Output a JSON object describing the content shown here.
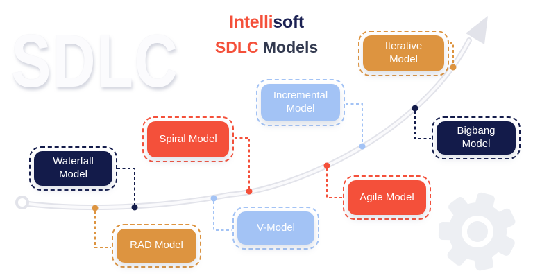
{
  "logo": {
    "part1": "Intelli",
    "part2": "soft"
  },
  "title": {
    "part1": "SDLC",
    "part2": "Models"
  },
  "watermark": {
    "text": "SDLC"
  },
  "models": [
    {
      "id": "waterfall",
      "label": "Waterfall\nModel",
      "color": "#131b4a"
    },
    {
      "id": "rad",
      "label": "RAD Model",
      "color": "#dd9440"
    },
    {
      "id": "spiral",
      "label": "Spiral Model",
      "color": "#f4503a"
    },
    {
      "id": "v",
      "label": "V-Model",
      "color": "#a3c3f5"
    },
    {
      "id": "incremental",
      "label": "Incremental\nModel",
      "color": "#a3c3f5"
    },
    {
      "id": "agile",
      "label": "Agile Model",
      "color": "#f4503a"
    },
    {
      "id": "iterative",
      "label": "Iterative\nModel",
      "color": "#dd9440"
    },
    {
      "id": "bigbang",
      "label": "Bigbang\nModel",
      "color": "#131b4a"
    }
  ],
  "icons": {
    "gear": "gear-icon",
    "arrow": "growth-arrow-icon",
    "start_ring": "curve-start-ring"
  },
  "colors": {
    "navy": "#131b4a",
    "orange": "#dd9440",
    "red": "#f4503a",
    "blue": "#a3c3f5",
    "curve": "#e2e3ea",
    "curveHi": "#fafafc",
    "gear": "#edeff3",
    "logoRed": "#f4503a",
    "logoNavy": "#1b2153",
    "titleDark": "#333a50",
    "watermark": "#fbfbfd"
  }
}
